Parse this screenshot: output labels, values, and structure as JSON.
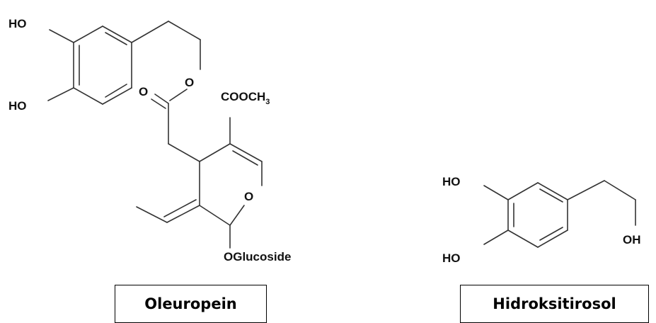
{
  "oleuropein": {
    "atoms": {
      "ho_top": "HO",
      "ho_bottom": "HO",
      "ester_o_double": "O",
      "ester_o_ring": "O",
      "methyl_ester_main": "COOCH",
      "methyl_ester_sub": "3",
      "pyran_o": "O",
      "glucoside": "OGlucoside"
    },
    "name": "Oleuropein"
  },
  "hydroxytyrosol": {
    "atoms": {
      "ho_top": "HO",
      "ho_bottom": "HO",
      "oh": "OH"
    },
    "name": "Hidroksitirosol"
  }
}
